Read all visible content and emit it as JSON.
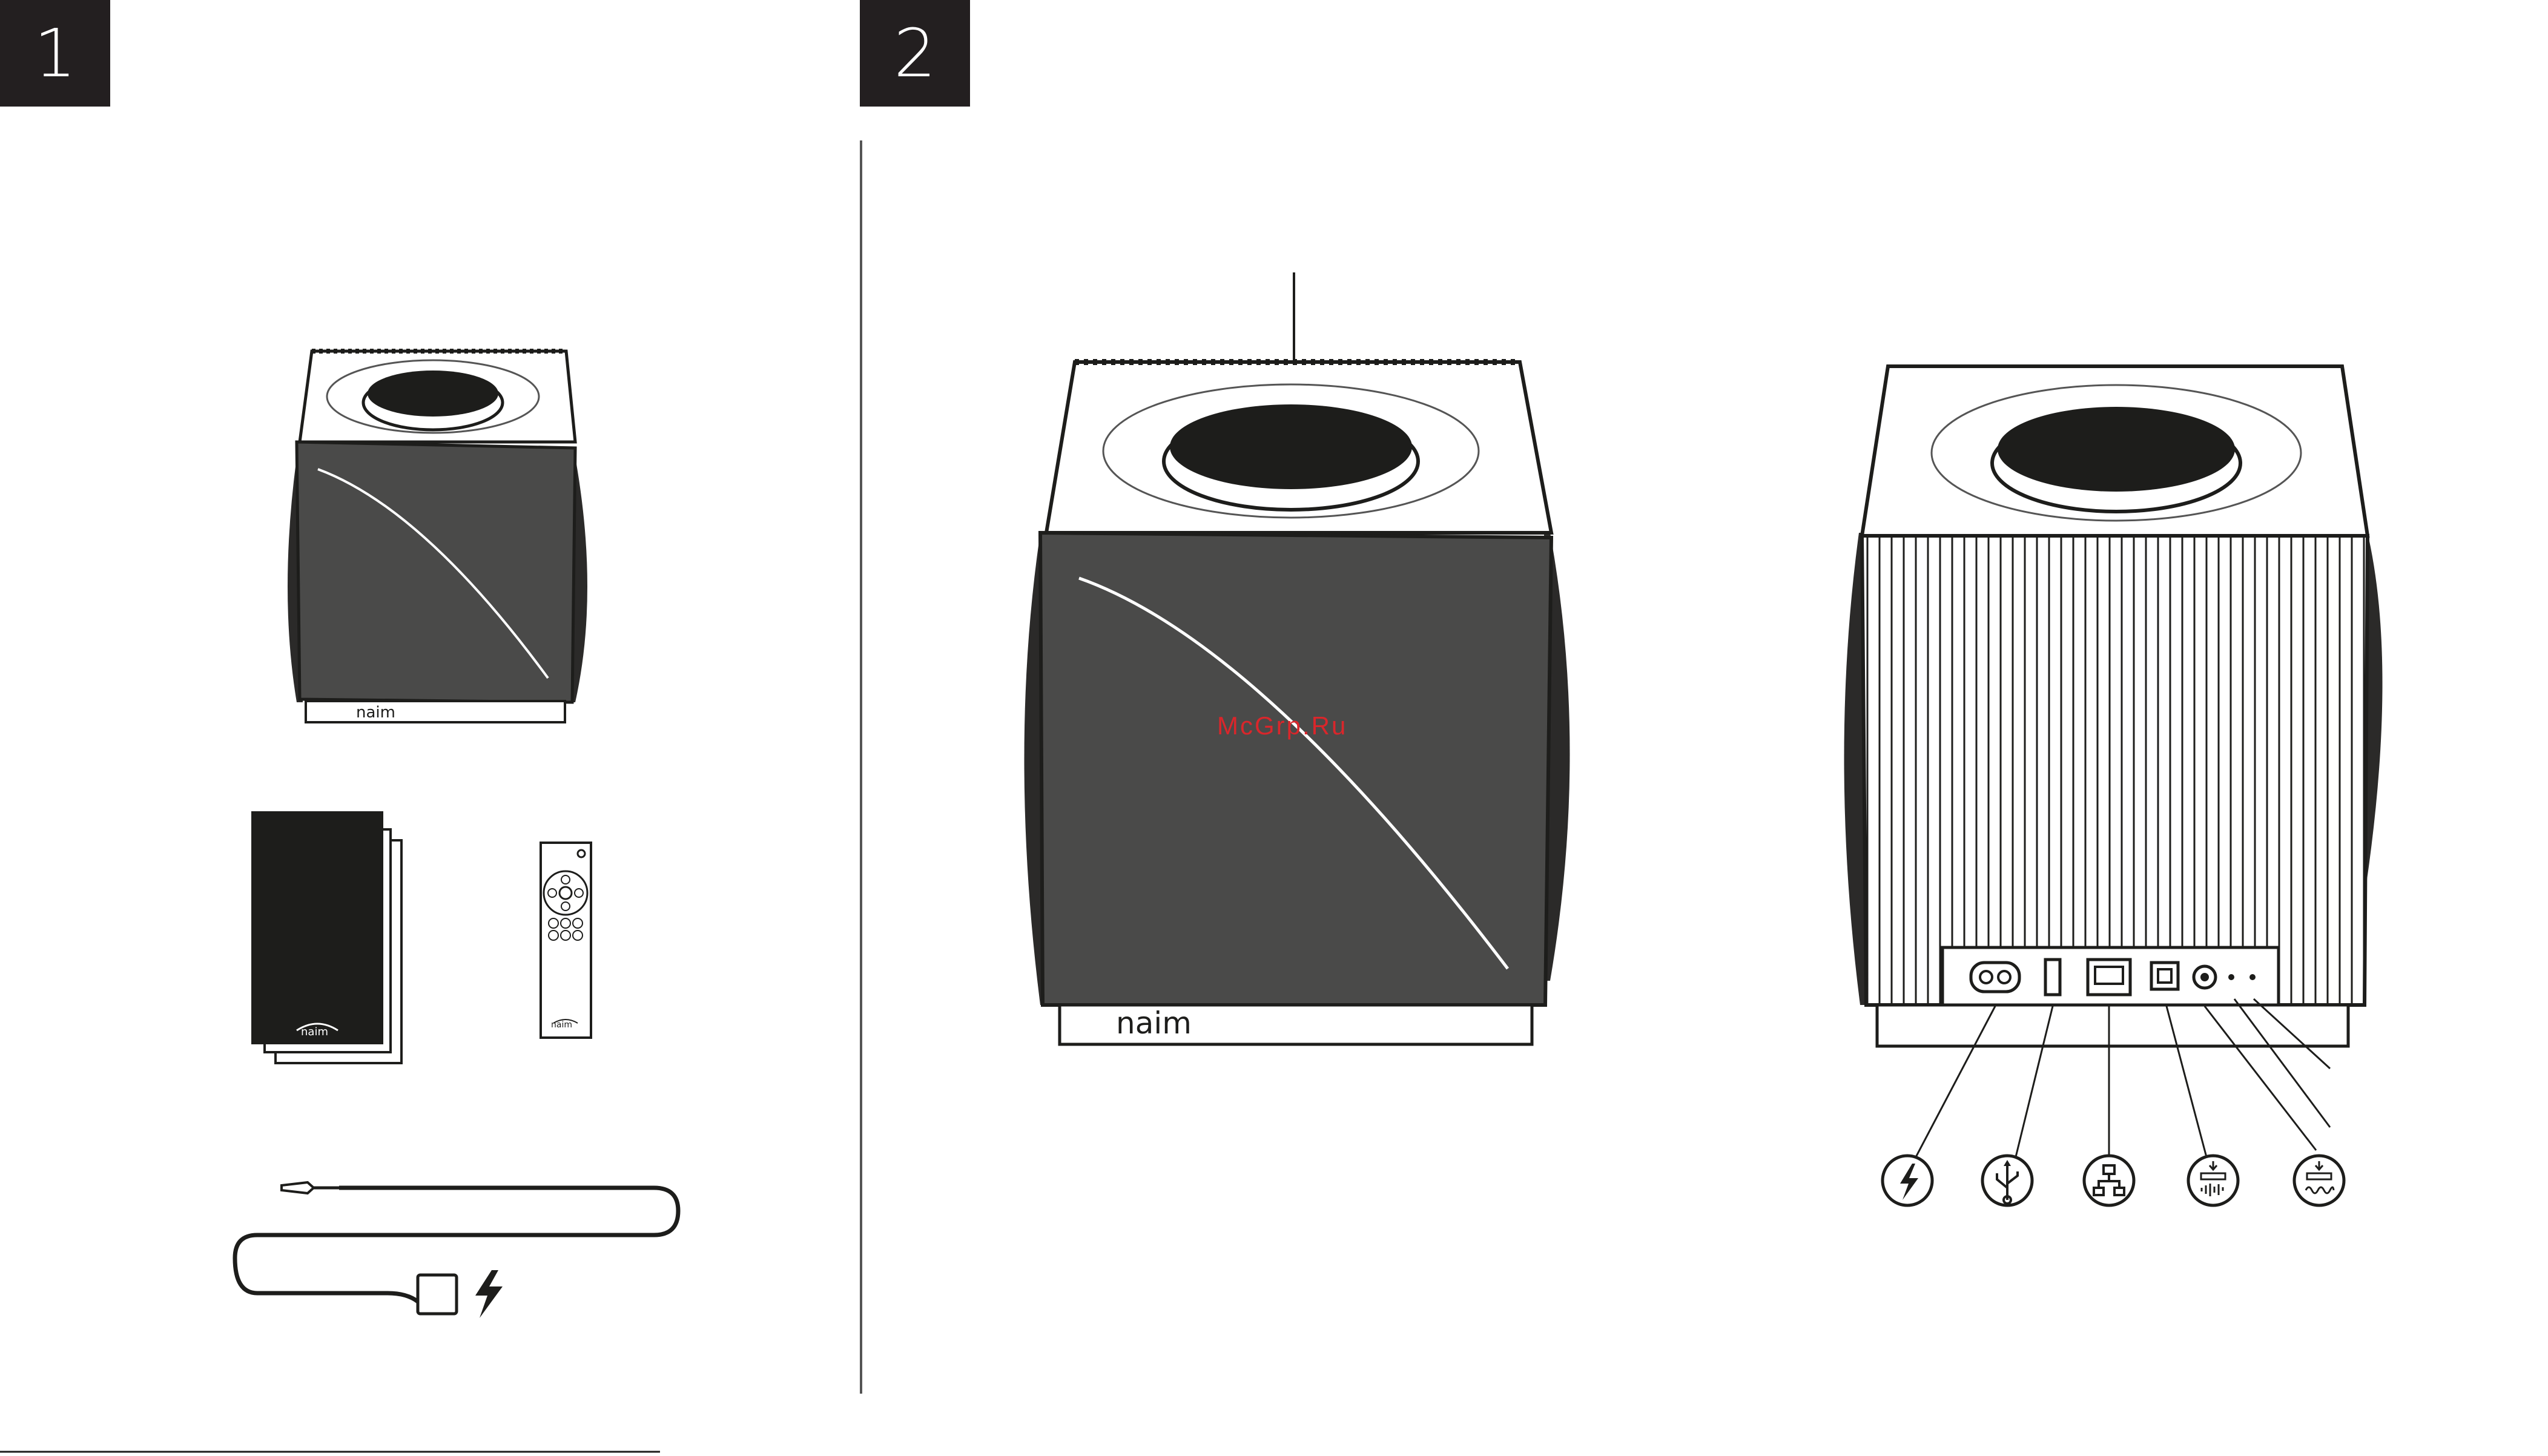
{
  "steps": {
    "one": "1",
    "two": "2"
  },
  "brand": "naim",
  "watermark": "McGrp.Ru",
  "colors": {
    "dark": "#231f20",
    "grille": "#4a4a49",
    "line": "#1d1d1b"
  },
  "icons": {
    "power": "power-lightning-icon",
    "usb": "usb-icon",
    "network": "ethernet-network-icon",
    "optical": "optical-digital-input-icon",
    "analogue": "analogue-input-icon"
  }
}
